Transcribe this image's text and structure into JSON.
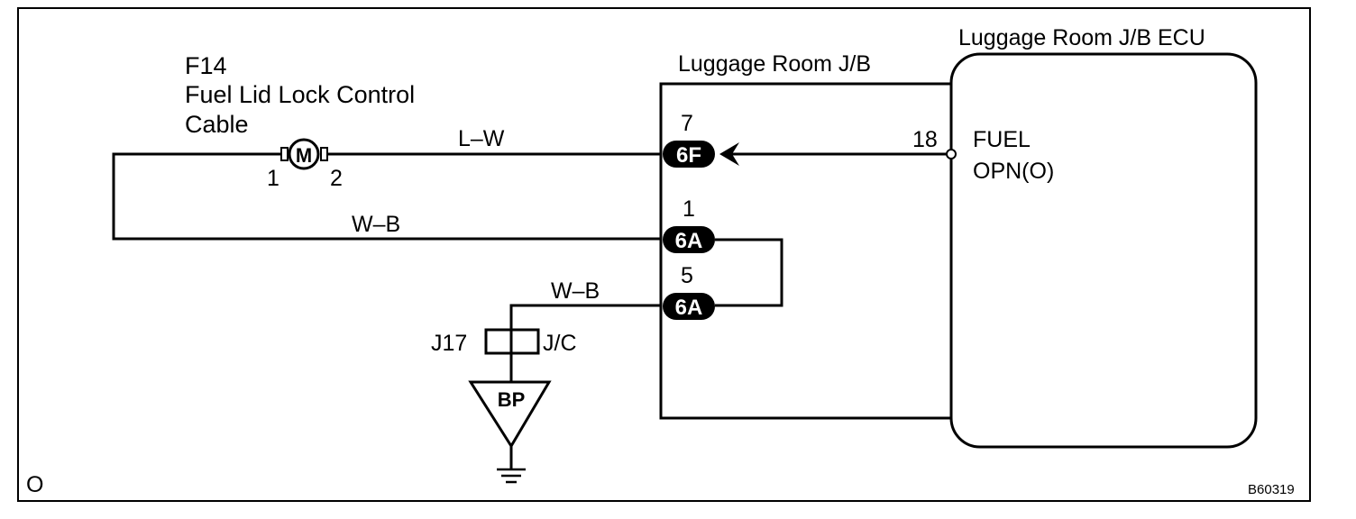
{
  "component": {
    "code": "F14",
    "name_line1": "Fuel Lid Lock Control",
    "name_line2": "Cable",
    "symbol": "M",
    "pin_left": "1",
    "pin_right": "2"
  },
  "wires": {
    "top": "L–W",
    "middle": "W–B",
    "lower": "W–B"
  },
  "junction_block": {
    "title": "Luggage Room J/B",
    "connectors": [
      {
        "pin": "7",
        "label": "6F"
      },
      {
        "pin": "1",
        "label": "6A"
      },
      {
        "pin": "5",
        "label": "6A"
      }
    ]
  },
  "ecu": {
    "title": "Luggage Room J/B ECU",
    "pin": "18",
    "signal_line1": "FUEL",
    "signal_line2": "OPN(O)"
  },
  "junction_connector": {
    "code": "J17",
    "type": "J/C"
  },
  "ground": {
    "label": "BP"
  },
  "corner_mark": "O",
  "figure_id": "B60319"
}
